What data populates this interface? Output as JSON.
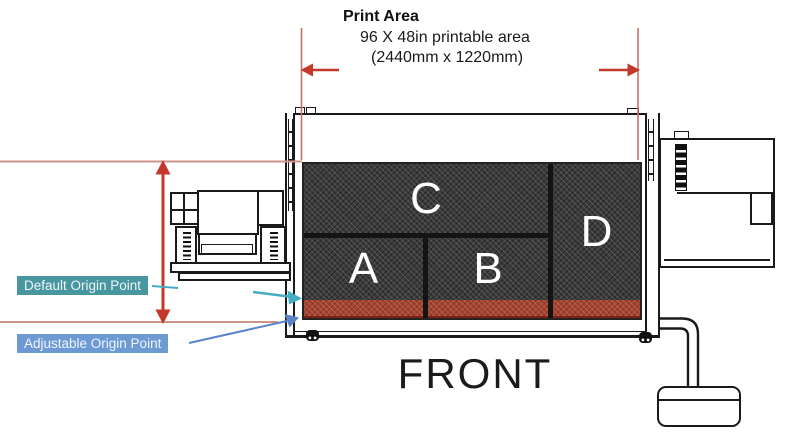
{
  "print_area": {
    "heading": "Print Area",
    "size_line": "96 X 48in printable area",
    "metric_line": "(2440mm x 1220mm)"
  },
  "zones": {
    "a": "A",
    "b": "B",
    "c": "C",
    "d": "D"
  },
  "callouts": {
    "default_origin": "Default Origin Point",
    "adjustable_origin": "Adjustable Origin Point"
  },
  "front_label": "FRONT",
  "colors": {
    "dimension_red": "#c4372b",
    "guide_line_red": "#cf938a",
    "teal_label_bg": "#4796a0",
    "blue_label_bg": "#6d9ad2",
    "teal_arrow": "#45acc4",
    "blue_arrow": "#5b84c8",
    "zone_hatch_base": "#3b3b3b",
    "origin_strip_red": "#a8432f",
    "linework_black": "#1a1a1a"
  },
  "icons": {
    "width_arrow_left": "red-arrow-left-icon",
    "width_arrow_right": "red-arrow-right-icon",
    "height_double_arrow": "red-double-arrow-icon",
    "default_origin_pointer": "teal-arrow-icon",
    "adjustable_origin_pointer": "blue-arrow-icon"
  }
}
